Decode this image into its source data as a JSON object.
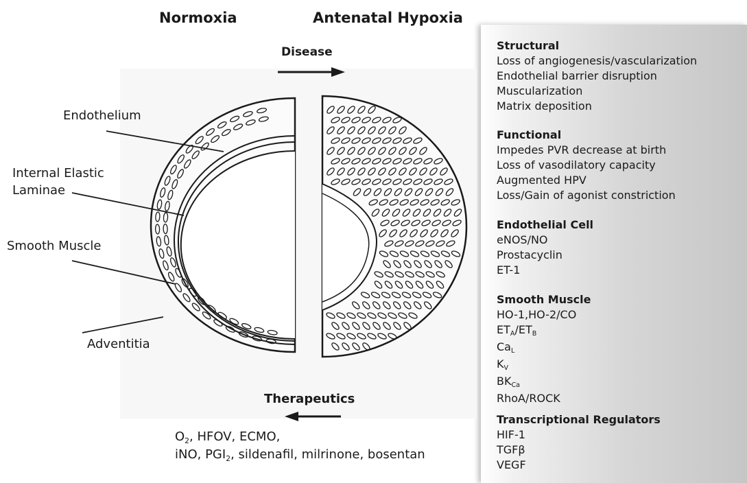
{
  "headers": {
    "normoxia": "Normoxia",
    "hypoxia": "Antenatal Hypoxia"
  },
  "arrows": {
    "disease": "Disease",
    "therapeutics": "Therapeutics"
  },
  "labels": {
    "endothelium": "Endothelium",
    "iel_line1": "Internal Elastic",
    "iel_line2": "Laminae",
    "smooth_muscle": "Smooth Muscle",
    "adventitia": "Adventitia"
  },
  "therapies": {
    "line1": "O2, HFOV, ECMO,",
    "line2": "iNO, PGI2, sildenafil, milrinone, bosentan"
  },
  "panel": {
    "structural": {
      "heading": "Structural",
      "items": [
        "Loss of angiogenesis/vascularization",
        "Endothelial barrier disruption",
        "Muscularization",
        "Matrix deposition"
      ]
    },
    "functional": {
      "heading": "Functional",
      "items": [
        "Impedes PVR decrease at birth",
        "Loss of vasodilatory capacity",
        "Augmented HPV",
        "Loss/Gain of agonist constriction"
      ]
    },
    "endothelial": {
      "heading": "Endothelial Cell",
      "items": [
        "eNOS/NO",
        "Prostacyclin",
        "ET-1"
      ]
    },
    "smooth_muscle": {
      "heading": "Smooth Muscle",
      "items": [
        "HO-1,HO-2/CO",
        "ETA/ETB",
        "CaL",
        "KV",
        "BKCa",
        "RhoA/ROCK"
      ]
    },
    "transcriptional": {
      "heading": "Transcriptional Regulators",
      "items": [
        "HIF-1",
        "TGFβ",
        "VEGF"
      ]
    }
  },
  "colors": {
    "ink": "#1a1a1a",
    "panel_light": "#f1f1f1",
    "panel_dark": "#c6c6c6",
    "diagram_bg": "#f7f7f7"
  }
}
